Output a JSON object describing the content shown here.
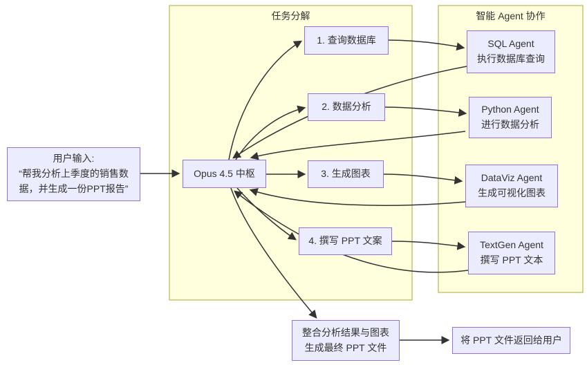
{
  "diagram": {
    "type": "flowchart",
    "clusters": {
      "task_decomposition": {
        "title": "任务分解"
      },
      "agent_collaboration": {
        "title": "智能 Agent 协作"
      }
    },
    "nodes": {
      "user_input": {
        "label": "用户输入:\n“帮我分析上季度的销售数据，并生成一份PPT报告”"
      },
      "opus_hub": {
        "label": "Opus 4.5 中枢"
      },
      "task1": {
        "label": "1. 查询数据库"
      },
      "task2": {
        "label": "2. 数据分析"
      },
      "task3": {
        "label": "3. 生成图表"
      },
      "task4": {
        "label": "4. 撰写 PPT 文案"
      },
      "sql_agent": {
        "label": "SQL Agent\n执行数据库查询"
      },
      "python_agent": {
        "label": "Python Agent\n进行数据分析"
      },
      "dataviz_agent": {
        "label": "DataViz Agent\n生成可视化图表"
      },
      "textgen_agent": {
        "label": "TextGen Agent\n撰写 PPT 文本"
      },
      "merge_output": {
        "label": "整合分析结果与图表\n生成最终 PPT 文件"
      },
      "deliver": {
        "label": "将 PPT 文件返回给用户"
      }
    },
    "edges": [
      {
        "from": "user_input",
        "to": "opus_hub"
      },
      {
        "from": "opus_hub",
        "to": "task1"
      },
      {
        "from": "opus_hub",
        "to": "task2"
      },
      {
        "from": "opus_hub",
        "to": "task3"
      },
      {
        "from": "opus_hub",
        "to": "task4"
      },
      {
        "from": "opus_hub",
        "to": "merge_output"
      },
      {
        "from": "task1",
        "to": "sql_agent"
      },
      {
        "from": "task2",
        "to": "python_agent"
      },
      {
        "from": "task3",
        "to": "dataviz_agent"
      },
      {
        "from": "task4",
        "to": "textgen_agent"
      },
      {
        "from": "sql_agent",
        "to": "opus_hub"
      },
      {
        "from": "python_agent",
        "to": "opus_hub"
      },
      {
        "from": "dataviz_agent",
        "to": "opus_hub"
      },
      {
        "from": "textgen_agent",
        "to": "opus_hub"
      },
      {
        "from": "merge_output",
        "to": "deliver"
      }
    ],
    "colors": {
      "node_fill": "#ECECFF",
      "node_border": "#9370DB",
      "cluster_fill": "#FFFFDE",
      "cluster_border": "#AAAA33",
      "edge": "#333333",
      "text": "#333333",
      "canvas": "#FFFFFF"
    }
  }
}
